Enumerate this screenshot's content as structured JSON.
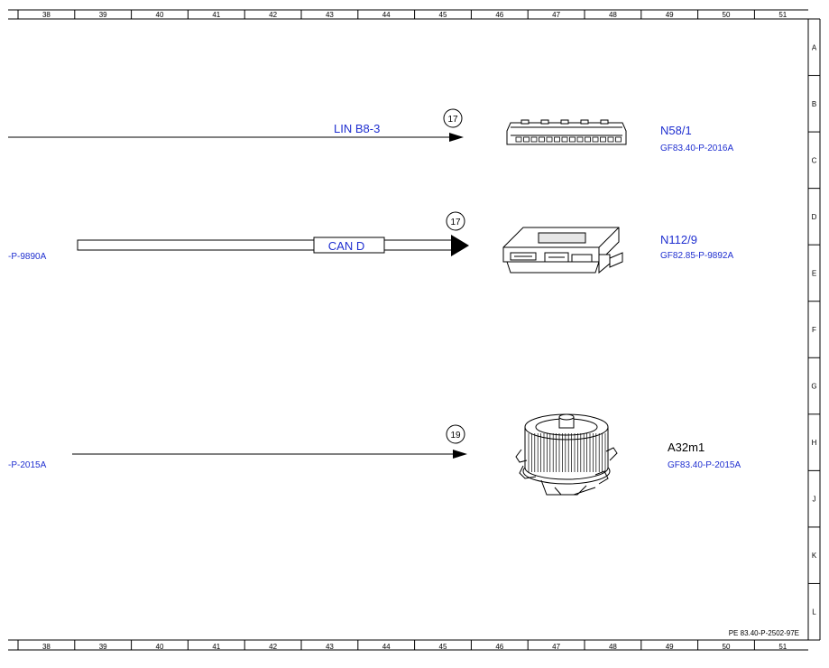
{
  "frame": {
    "columns": [
      "38",
      "39",
      "40",
      "41",
      "42",
      "43",
      "44",
      "45",
      "46",
      "47",
      "48",
      "49",
      "50",
      "51"
    ],
    "rows": [
      "A",
      "B",
      "C",
      "D",
      "E",
      "F",
      "G",
      "H",
      "J",
      "K",
      "L"
    ],
    "doc_id": "PE 83.40-P-2502-97E"
  },
  "colors": {
    "label_blue": "#1f2fd0",
    "line": "#000000"
  },
  "connections": [
    {
      "bus_label": "LIN B8-3",
      "terminal": "17",
      "ref_left": ""
    },
    {
      "bus_label": "CAN D",
      "terminal": "17",
      "ref_left": "-P-9890A"
    },
    {
      "bus_label": "",
      "terminal": "19",
      "ref_left": "-P-2015A"
    }
  ],
  "components": [
    {
      "id": "N58/1",
      "ref": "GF83.40-P-2016A",
      "icon": "climate-control-panel-icon"
    },
    {
      "id": "N112/9",
      "ref": "GF82.85-P-9892A",
      "icon": "control-module-icon"
    },
    {
      "id": "A32m1",
      "ref": "GF83.40-P-2015A",
      "icon": "blower-motor-icon"
    }
  ]
}
